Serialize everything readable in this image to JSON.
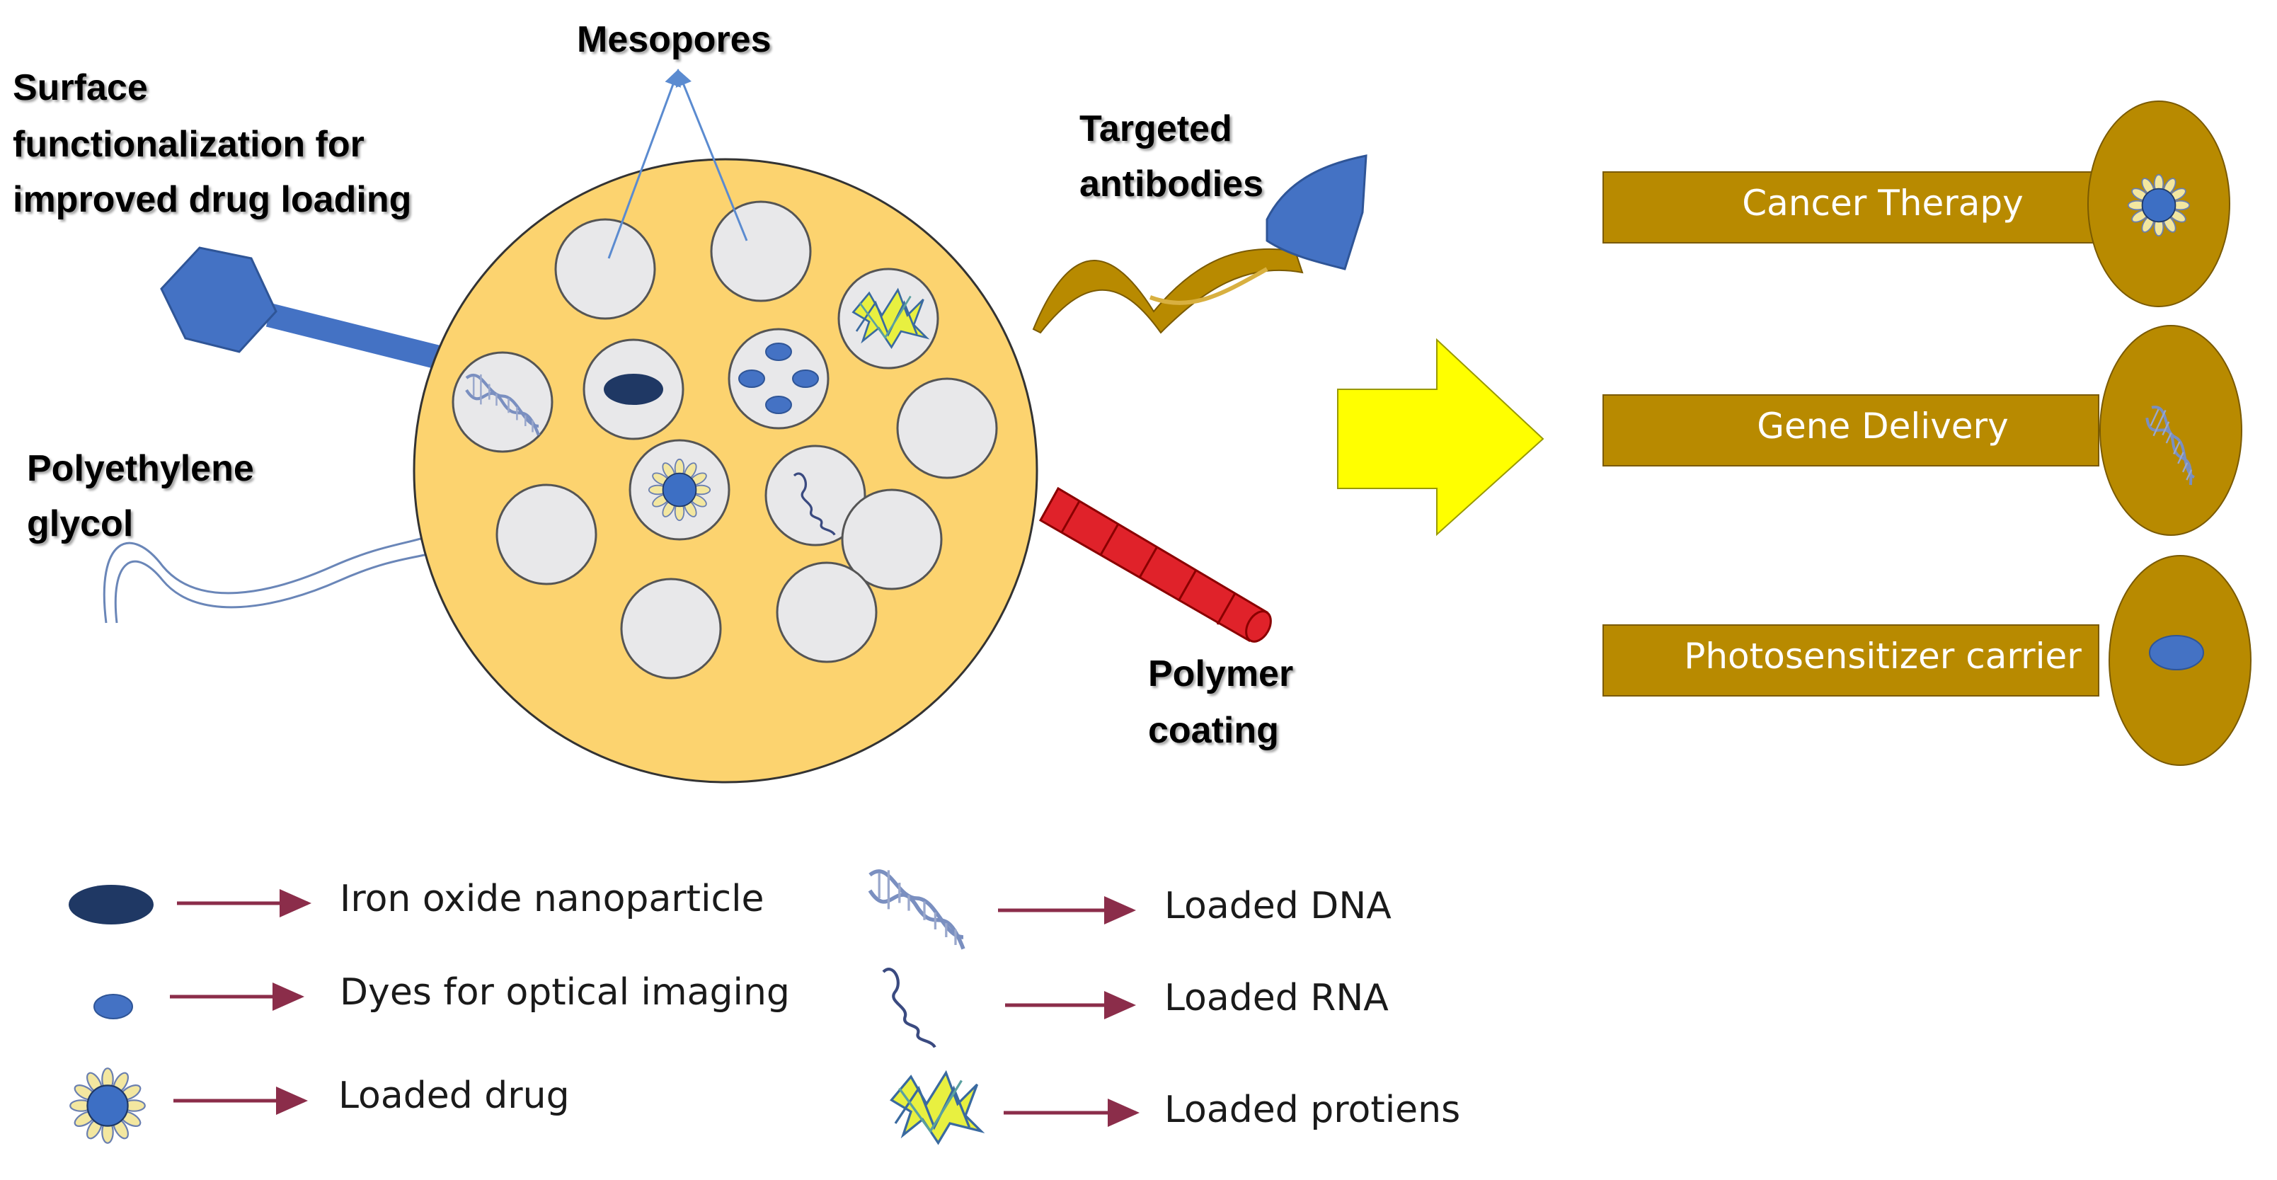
{
  "colors": {
    "sphere": "#fcd36f",
    "pore": "#e8e8ea",
    "blue": "#4472c4",
    "navy": "#1f3864",
    "gold": "#b88a00",
    "red": "#e0222a",
    "arrow": "#ffff00",
    "legend_line": "#8b2d4a"
  },
  "labels": {
    "mesopores": "Mesopores",
    "surface": [
      "Surface",
      "functionalization for",
      "improved drug loading"
    ],
    "targeted": [
      "Targeted",
      "antibodies"
    ],
    "peg": [
      "Polyethylene",
      "glycol"
    ],
    "polymer": [
      "Polymer",
      "coating"
    ]
  },
  "applications": [
    {
      "label": "Cancer Therapy",
      "icon": "loaded-drug-icon"
    },
    {
      "label": "Gene Delivery",
      "icon": "dna-icon"
    },
    {
      "label": "Photosensitizer carrier",
      "icon": "dye-icon"
    }
  ],
  "legend": [
    {
      "label": "Iron oxide nanoparticle",
      "icon": "iron-oxide-icon"
    },
    {
      "label": "Dyes for optical imaging",
      "icon": "dye-icon"
    },
    {
      "label": "Loaded drug",
      "icon": "loaded-drug-icon"
    },
    {
      "label": "Loaded DNA",
      "icon": "dna-icon"
    },
    {
      "label": "Loaded RNA",
      "icon": "rna-icon"
    },
    {
      "label": "Loaded protiens",
      "icon": "protein-icon"
    }
  ]
}
